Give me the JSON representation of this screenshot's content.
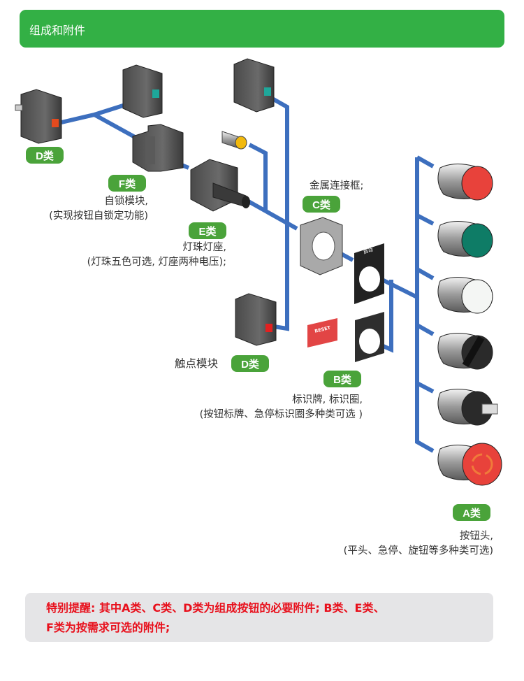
{
  "header": {
    "title": "组成和附件"
  },
  "colors": {
    "header_green": "#33b045",
    "tag_green": "#4aa33a",
    "line_blue": "#3d6fbe",
    "note_red": "#e8101c",
    "note_bg": "#e5e5e7"
  },
  "components": {
    "d_top": {
      "tag": "D类"
    },
    "f": {
      "tag": "F类",
      "desc_line1": "自锁模块,",
      "desc_line2": "(实现按钮自锁定功能)"
    },
    "e": {
      "tag": "E类",
      "desc_line1": "灯珠灯座,",
      "desc_line2": "(灯珠五色可选, 灯座两种电压);"
    },
    "c": {
      "tag": "C类",
      "desc_line1": "金属连接框;"
    },
    "d_bottom": {
      "tag": "D类",
      "desc_line1": "触点模块"
    },
    "b": {
      "tag": "B类",
      "desc_line1": "标识牌, 标识圈,",
      "desc_line2": "(按钮标牌、急停标识圈多种类可选 )",
      "plate_label": "启动",
      "reset_label": "RESET"
    },
    "a": {
      "tag": "A类",
      "desc_line1": "按钮头,",
      "desc_line2": "(平头、急停、旋钮等多种类可选)"
    }
  },
  "button_heads": [
    {
      "name": "red-flush-button",
      "color": "#e8423b"
    },
    {
      "name": "green-flush-button",
      "color": "#0e7c66"
    },
    {
      "name": "white-flush-button",
      "color": "#f4f6f4"
    },
    {
      "name": "selector-switch",
      "color": "#2a2a2a"
    },
    {
      "name": "key-switch",
      "color": "#2a2a2a"
    },
    {
      "name": "emergency-stop-button",
      "color": "#e8423b"
    }
  ],
  "note": {
    "line1": "特别提醒: 其中A类、C类、D类为组成按钮的必要附件; B类、E类、",
    "line2": "F类为按需求可选的附件;"
  }
}
